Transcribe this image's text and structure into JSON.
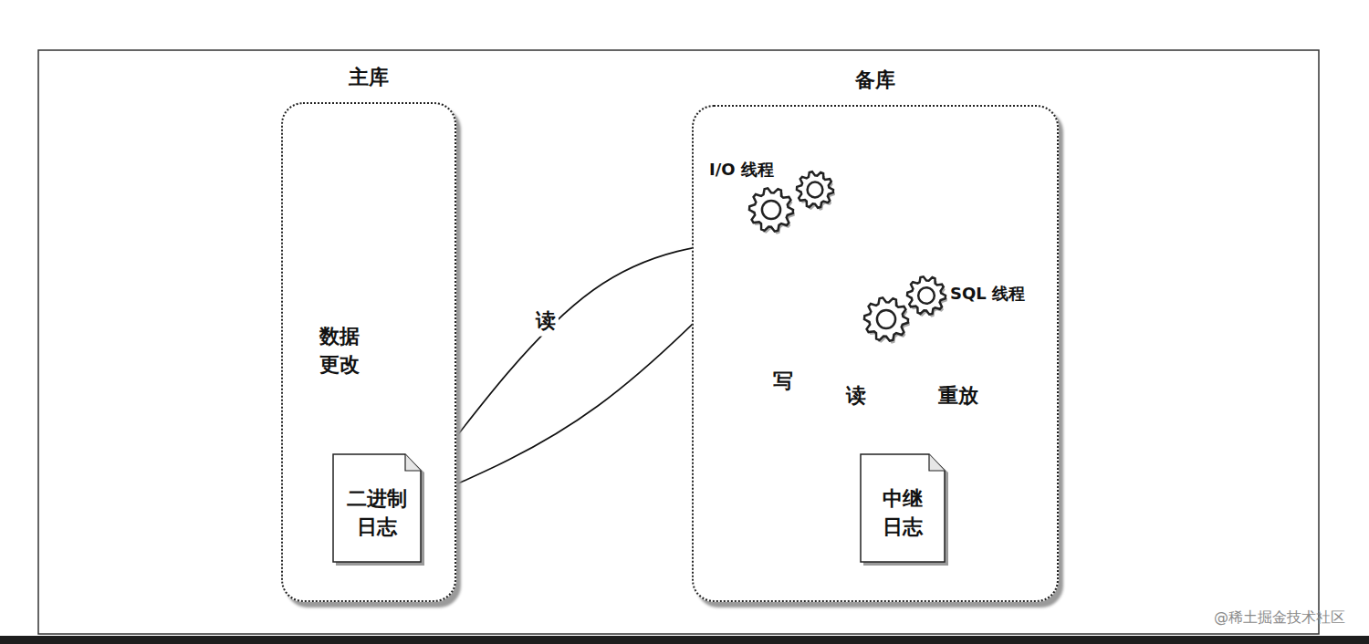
{
  "diagram": {
    "nodes": [
      {
        "text": [
          "主库"
        ]
      },
      {
        "text": [
          "二进制 日志"
        ],
        "in": 0
      },
      {
        "text": [
          "备库"
        ]
      },
      {
        "text": [
          "I/O 线程"
        ],
        "in": 2
      },
      {
        "text": [
          "SQL 线程"
        ],
        "in": 2
      },
      {
        "text": [
          "中继 日志"
        ],
        "in": 2
      }
    ],
    "edges": [
      {
        "from": 3,
        "to": 1,
        "label": "读",
        "arrow": "to"
      },
      {
        "from": 1,
        "to": 3,
        "arrow": "to"
      },
      {
        "from": 3,
        "to": 5,
        "label": "写",
        "arrow": "to"
      },
      {
        "from": 4,
        "to": 5,
        "label": "读",
        "arrow": "to"
      },
      {
        "from": 5,
        "to": 4,
        "label": "重放",
        "arrow": "to"
      }
    ],
    "labels": [
      "数据 更改",
      "@稀土掘金技术社区"
    ]
  }
}
